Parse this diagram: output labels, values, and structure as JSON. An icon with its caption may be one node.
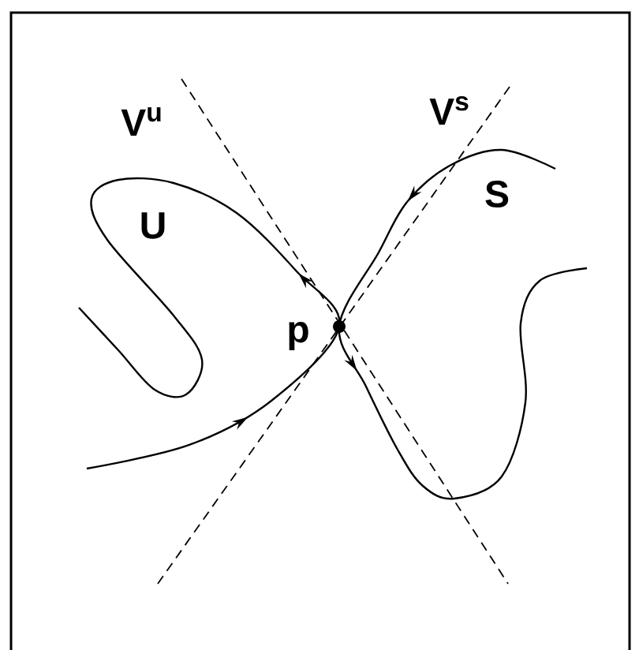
{
  "diagram": {
    "labels": [
      "V$^{u}$",
      "V$^{s}$",
      "U",
      "S",
      "p"
    ]
  }
}
